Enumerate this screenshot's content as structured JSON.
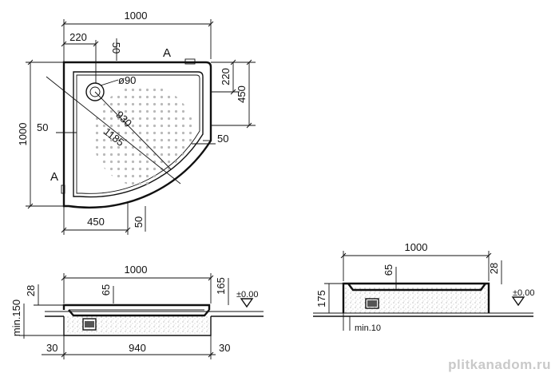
{
  "plan_view": {
    "overall_width": "1000",
    "overall_height": "1000",
    "drain_offset_x": "220",
    "drain_offset_top": "50",
    "drain_diameter": "ø90",
    "drain_offset_y": "220",
    "straight_edge": "450",
    "radius_dim": "930",
    "diagonal_dim": "1185",
    "rim_left": "50",
    "rim_right": "50",
    "bottom_edge": "450",
    "rim_bottom": "50",
    "section_marker_top": "A",
    "section_marker_left": "A"
  },
  "section_left": {
    "width": "1000",
    "inner_dim": "65",
    "right_rim": "165",
    "rim_height": "28",
    "depth": "min.150",
    "bottom_left": "30",
    "bottom_width": "940",
    "bottom_right": "30",
    "level": "±0.00"
  },
  "section_right": {
    "width": "1000",
    "inner_dim": "65",
    "rim_height": "28",
    "height": "175",
    "gap": "min.10",
    "level": "±0.00"
  },
  "watermark": "plitkanadom.ru"
}
